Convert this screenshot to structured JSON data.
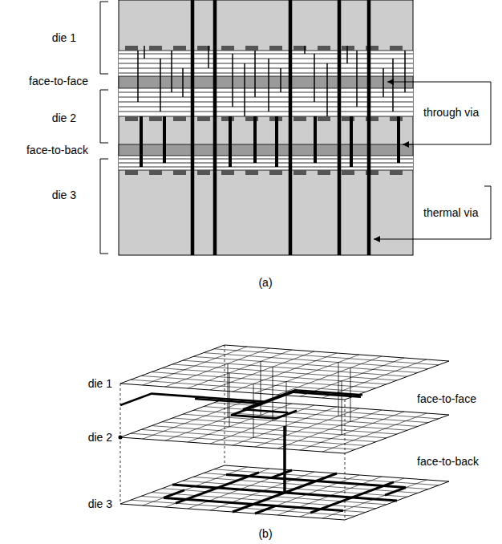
{
  "diagram": {
    "labels": [
      "die 1",
      "face-to-face",
      "die 2",
      "face-to-back",
      "die 3",
      "through via",
      "thermal via",
      "(a)",
      "die 1",
      "face-to-face",
      "die 2",
      "face-to-back",
      "die 3",
      "(b)"
    ]
  }
}
